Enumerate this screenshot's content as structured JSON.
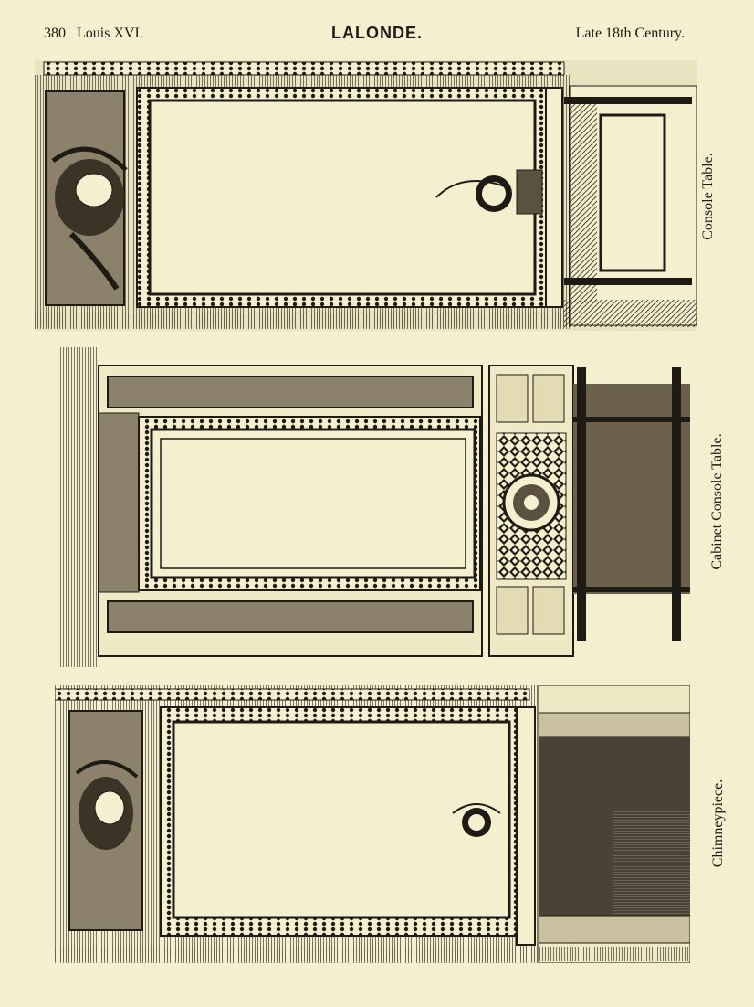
{
  "header": {
    "page_number": "380",
    "style_period": "Louis XVI.",
    "designer": "LALONDE.",
    "era": "Late 18th Century."
  },
  "plates": [
    {
      "caption": "Console Table."
    },
    {
      "caption": "Cabinet Console Table."
    },
    {
      "caption": "Chimneypiece."
    }
  ],
  "colors": {
    "paper": "#f4f0cf",
    "ink": "#1e1b14",
    "shade": "#4a4236"
  }
}
